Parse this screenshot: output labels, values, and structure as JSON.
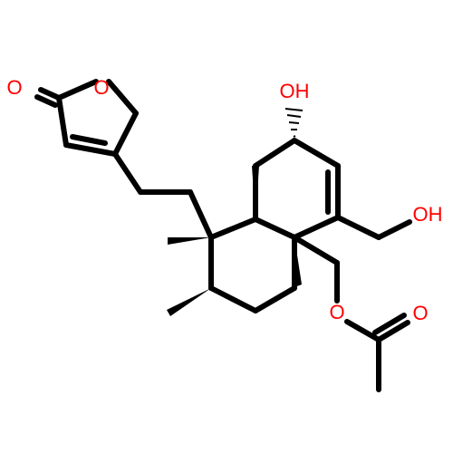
{
  "molecule": {
    "atom_labels": {
      "lactone_ring_oxygen": "O",
      "carbonyl_oxygen": "O",
      "hydroxyl_ring": "OH",
      "hydroxyl_methyl": "OH",
      "ester_oxygen": "O",
      "acetyl_carbonyl_oxygen": "O"
    },
    "colors": {
      "bond": "#000000",
      "oxygen": "#ff0000"
    }
  }
}
